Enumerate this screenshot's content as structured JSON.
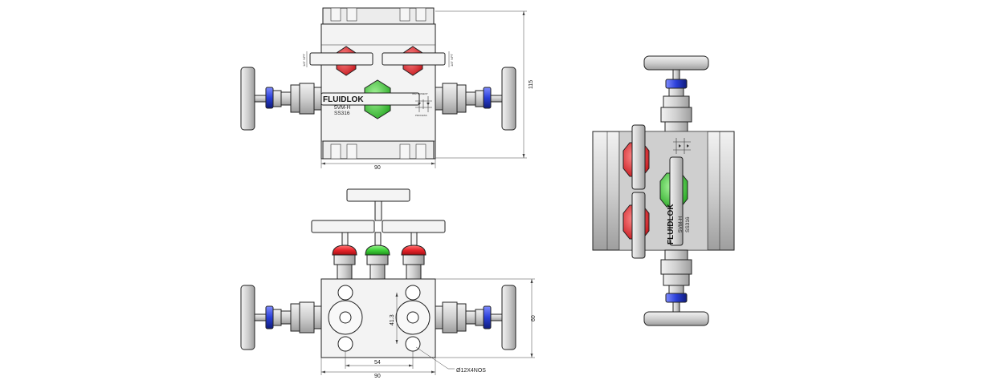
{
  "colors": {
    "red_valve": "#e8252b",
    "green_valve": "#3fd23a",
    "blue_connector": "#2a3fd8",
    "metal": "#d6d6d6",
    "metal_dark": "#a9a9a9",
    "ink": "#222222"
  },
  "front_view": {
    "brand": "FLUIDLOK",
    "model": "5VM-H",
    "material": "SS316",
    "instrument_label": "INSTRUMENT",
    "process_label": "PROCESS",
    "npt_left": "1/4\" NPT",
    "npt_right": "1/4\" NPT",
    "dim_width": "90",
    "dim_height": "115"
  },
  "bottom_view": {
    "dim_height": "60",
    "dim_pitch_vertical": "41.3",
    "dim_pitch_horizontal": "54",
    "dim_width": "90",
    "hole_note": "Ø12X4NOS"
  },
  "side_view": {
    "brand": "FLUIDLOK",
    "model": "5VM-H",
    "material": "SS316"
  }
}
